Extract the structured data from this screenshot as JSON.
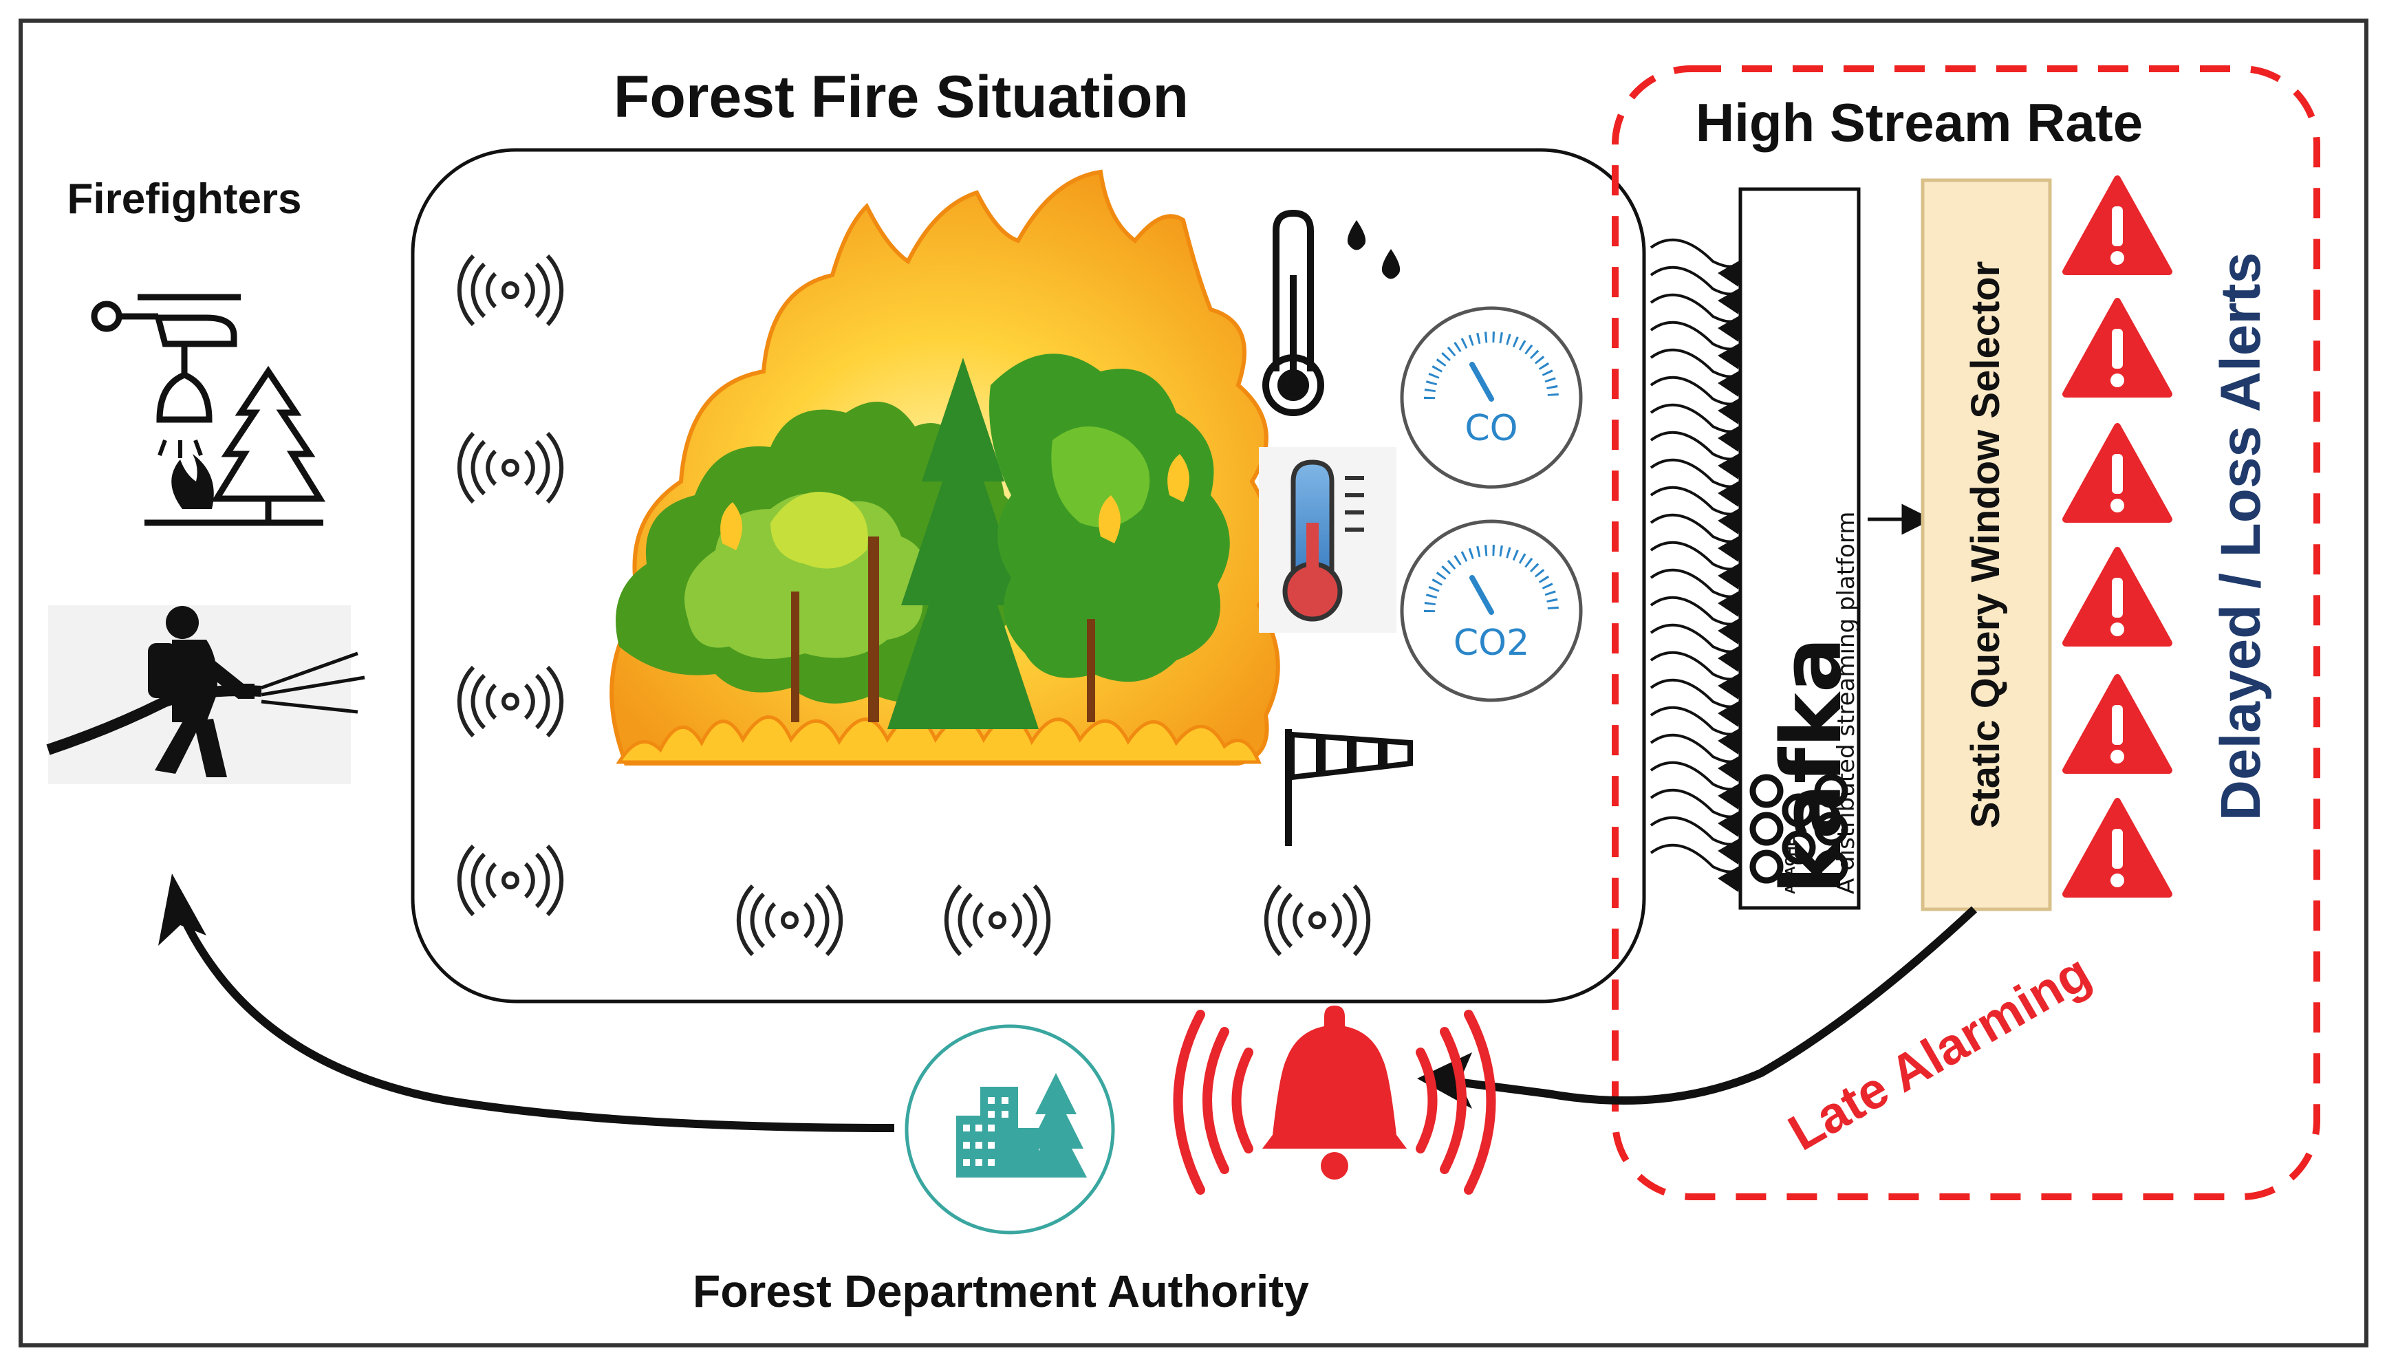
{
  "title": "Forest Fire Situation",
  "actors": {
    "firefighters": "Firefighters",
    "authority": "Forest Department Authority"
  },
  "stream": {
    "title": "High Stream Rate",
    "kafka_logo": "kafka",
    "kafka_apache": "APACHE",
    "kafka_tagline": "A distributed streaming platform",
    "selector": "Static Query Window Selector",
    "alerts": "Delayed / Loss Alerts",
    "late": "Late Alarming"
  },
  "sensors": {
    "co": "CO",
    "co2": "CO2"
  },
  "colors": {
    "border": "#333333",
    "alarm_red": "#e8262b",
    "dashed_red": "#ee2222",
    "selector_fill": "#fbe9c6",
    "selector_stroke": "#d9c08a",
    "alerts_text": "#1f3a6b",
    "gauge_blue": "#2a86c9",
    "authority_teal": "#3aa6a0"
  },
  "icons": [
    "helicopter-icon",
    "tree-icon",
    "firefighter-icon",
    "wireless-sensor-icon",
    "thermometer-icon",
    "humidity-icon",
    "co-gauge-icon",
    "co2-gauge-icon",
    "windsock-icon",
    "kafka-logo",
    "warning-icon",
    "alarm-bell-icon",
    "authority-building-icon"
  ]
}
